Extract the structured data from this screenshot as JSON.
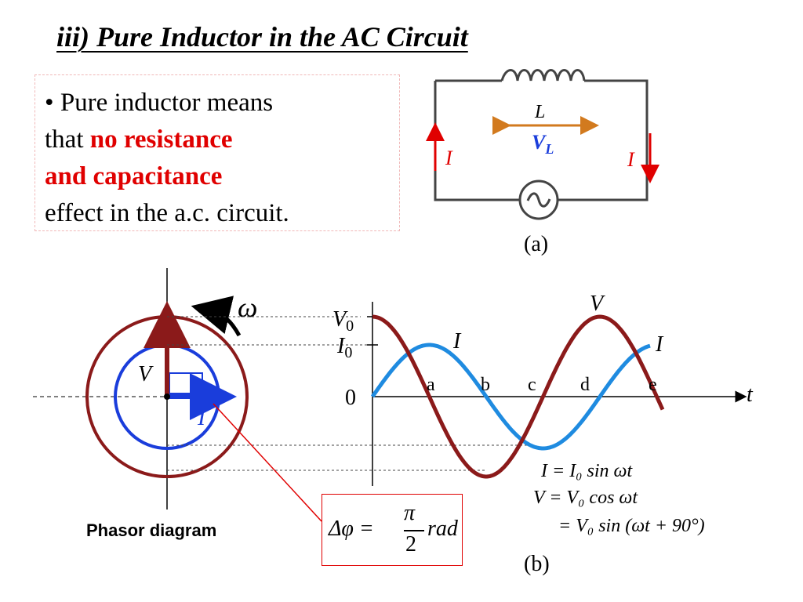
{
  "title": "iii) Pure Inductor in the AC Circuit",
  "bullet": {
    "marker": "•",
    "text_part1": "Pure inductor means",
    "text_part2": "that ",
    "highlight_line1": "no resistance",
    "highlight_line2": "and capacitance",
    "text_part3": "effect in the a.c. circuit."
  },
  "circuit": {
    "inductor_label": "L",
    "voltage_label": "V",
    "voltage_subscript": "L",
    "current_left": "I",
    "current_right": "I",
    "caption": "(a)"
  },
  "phasor": {
    "omega": "ω",
    "voltage_label": "V",
    "current_label": "I",
    "caption": "Phasor diagram"
  },
  "waveform": {
    "y_label_v0": "V",
    "y_label_v0_sub": "0",
    "y_label_i0": "I",
    "y_label_i0_sub": "0",
    "y_label_zero": "0",
    "x_label": "t",
    "points": [
      "a",
      "b",
      "c",
      "d",
      "e"
    ],
    "curve_label_i1": "I",
    "curve_label_i2": "I",
    "curve_label_v": "V",
    "caption": "(b)",
    "eq1": "I = I₀ sin ωt",
    "eq2": "V = V₀ cos ωt",
    "eq3": "= V₀ sin (ωt + 90°)"
  },
  "phase_box": {
    "delta_phi": "Δφ =",
    "numerator": "π",
    "denominator": "2",
    "unit": "rad"
  },
  "colors": {
    "voltage": "#8b1a1a",
    "current": "#1f8be0",
    "phasor_current": "#1a3ddb",
    "highlight": "#e00000",
    "arrow_orange": "#d27a1e"
  }
}
